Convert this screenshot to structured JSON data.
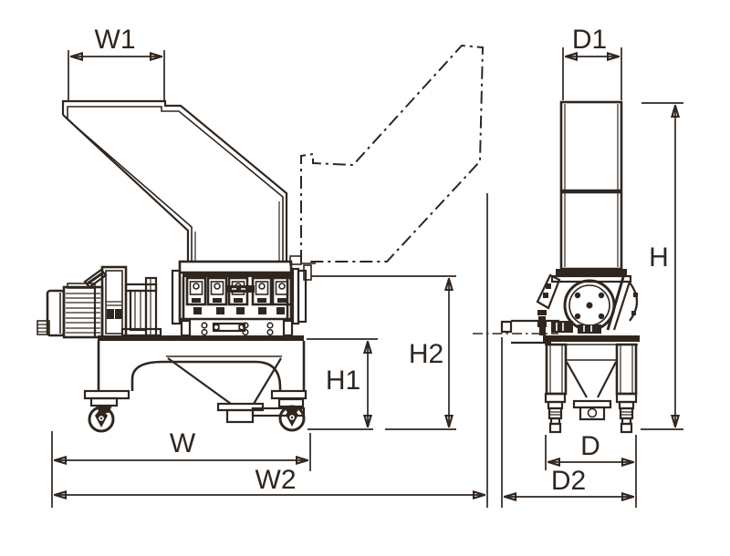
{
  "diagram": {
    "colors": {
      "line": "#2f261f",
      "background": "#ffffff"
    },
    "dimension_labels": [
      {
        "id": "w1",
        "text": "W1"
      },
      {
        "id": "d1",
        "text": "D1"
      },
      {
        "id": "h",
        "text": "H"
      },
      {
        "id": "h2",
        "text": "H2"
      },
      {
        "id": "h1",
        "text": "H1"
      },
      {
        "id": "w",
        "text": "W"
      },
      {
        "id": "w2",
        "text": "W2"
      },
      {
        "id": "d",
        "text": "D"
      },
      {
        "id": "d2",
        "text": "D2"
      }
    ]
  }
}
